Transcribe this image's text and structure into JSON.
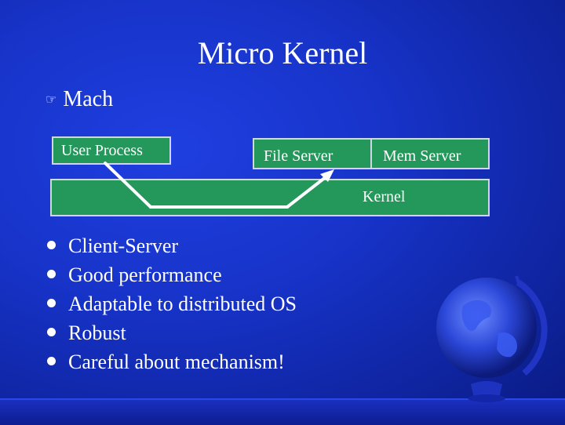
{
  "slide": {
    "title": "Micro Kernel",
    "subheading": "Mach",
    "subheading_marker": "pointing-hand-icon"
  },
  "diagram": {
    "user_process": "User Process",
    "file_server": "File Server",
    "mem_server": "Mem Server",
    "kernel": "Kernel"
  },
  "points": [
    "Client-Server",
    "Good performance",
    "Adaptable to distributed OS",
    "Robust",
    "Careful about mechanism!"
  ],
  "colors": {
    "background": "#1733c8",
    "box_fill": "#23985a",
    "text": "#ffffff"
  },
  "decoration": "globe-icon"
}
